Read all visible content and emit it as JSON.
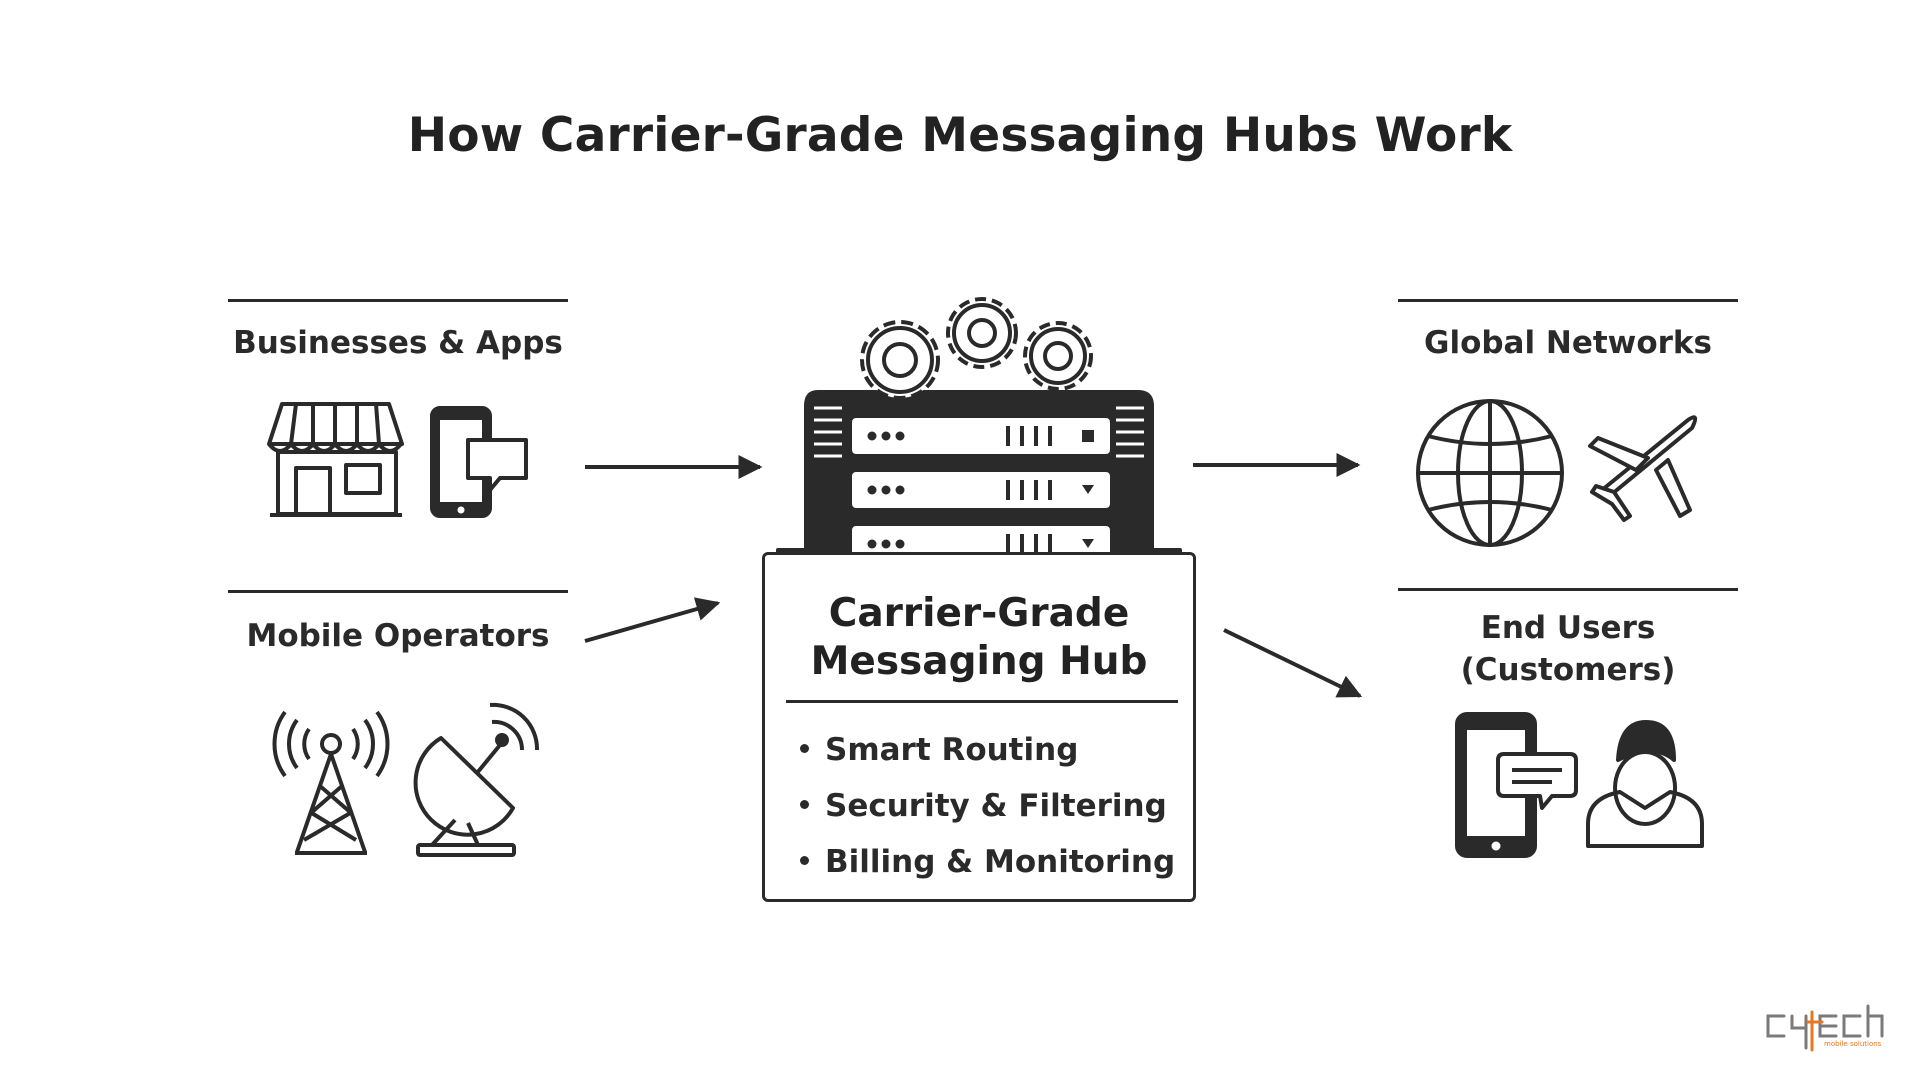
{
  "title": "How Carrier-Grade Messaging Hubs Work",
  "sources": {
    "businesses": {
      "label": "Businesses & Apps",
      "icons": [
        "storefront-icon",
        "smartphone-chat-icon"
      ]
    },
    "operators": {
      "label": "Mobile Operators",
      "icons": [
        "cell-tower-icon",
        "satellite-dish-icon"
      ]
    }
  },
  "hub": {
    "title_line1": "Carrier-Grade",
    "title_line2": "Messaging Hub",
    "features": [
      "Smart Routing",
      "Security & Filtering",
      "Billing & Monitoring"
    ],
    "icons": [
      "gears-icon",
      "server-rack-icon"
    ]
  },
  "destinations": {
    "networks": {
      "label": "Global Networks",
      "icons": [
        "globe-icon",
        "airplane-icon"
      ]
    },
    "end_users": {
      "label_line1": "End Users",
      "label_line2": "(Customers)",
      "icons": [
        "smartphone-chat-icon",
        "user-icon"
      ]
    }
  },
  "logo": {
    "text": "cytech",
    "subtext": "mobile solutions",
    "accent": "#e87722"
  },
  "colors": {
    "stroke": "#2a2a2a",
    "background": "#ffffff"
  }
}
